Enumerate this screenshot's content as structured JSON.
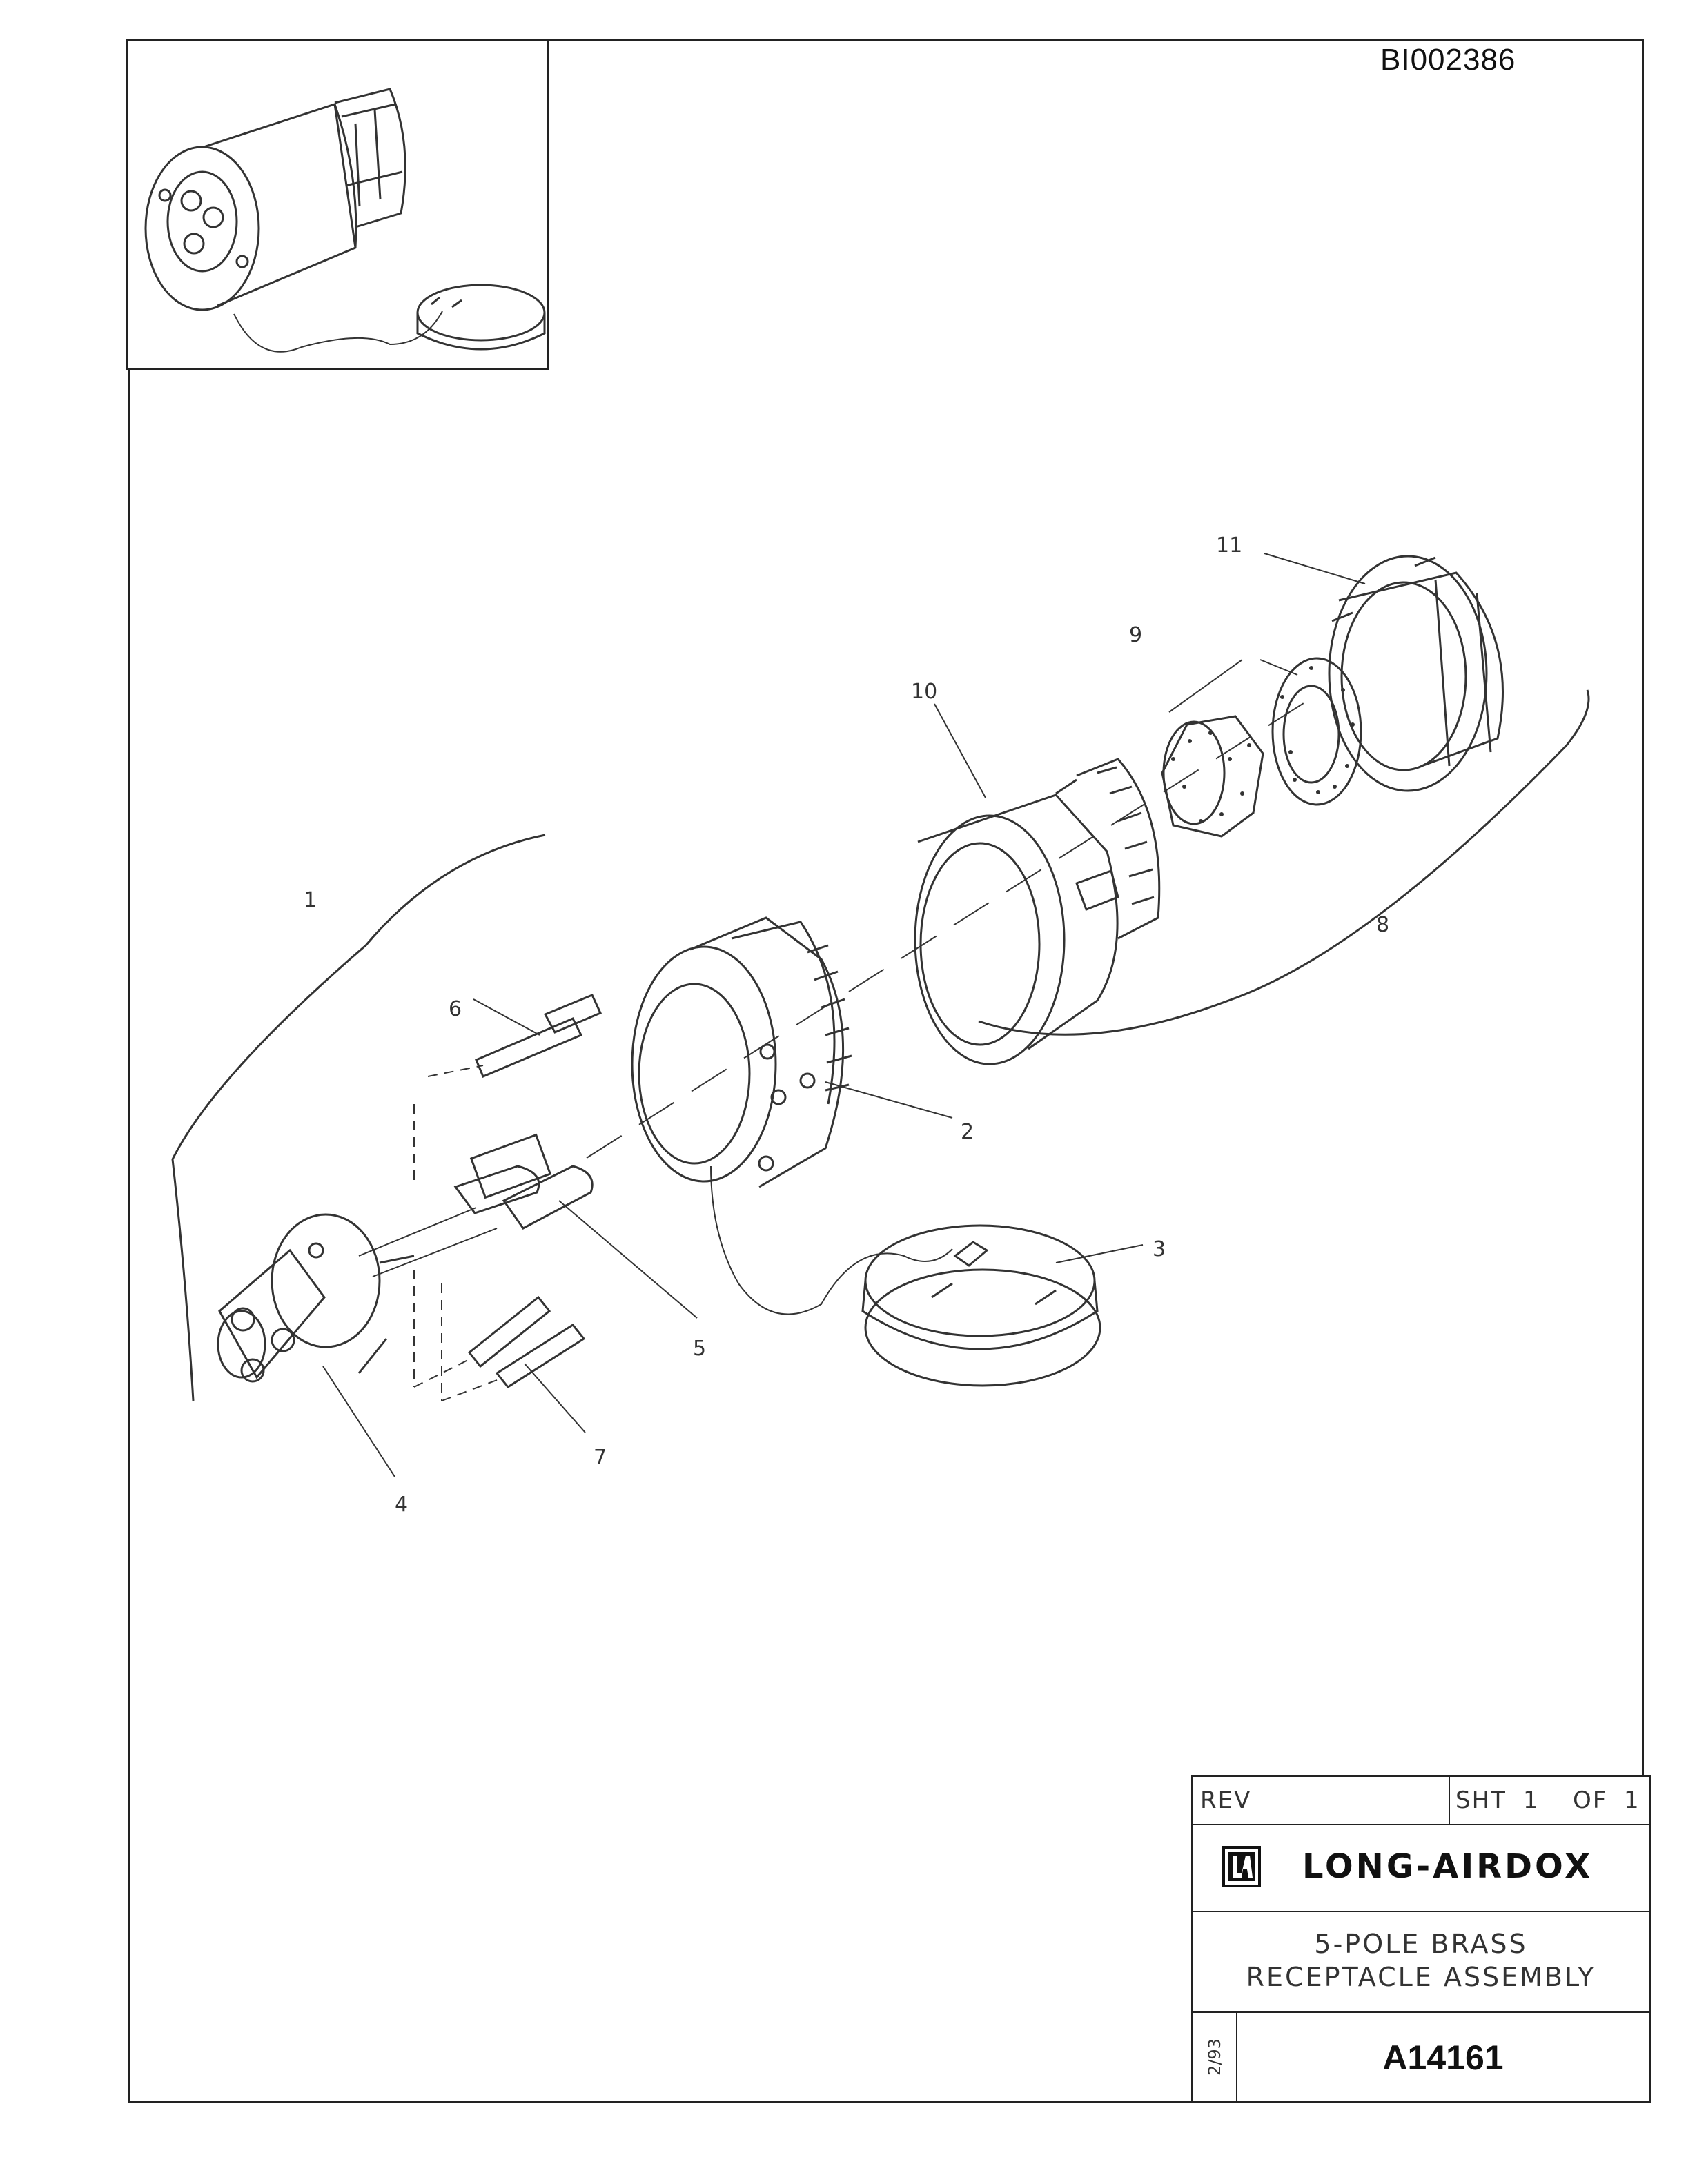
{
  "document": {
    "doc_id": "BI002386"
  },
  "diagram": {
    "callouts": [
      "1",
      "2",
      "3",
      "4",
      "5",
      "6",
      "7",
      "8",
      "9",
      "10",
      "11"
    ]
  },
  "title_block": {
    "rev_label": "REV",
    "sheet_label": "SHT",
    "sheet_number": "1",
    "of_label": "OF",
    "sheet_total": "1",
    "company": "LONG-AIRDOX",
    "title_line1": "5-POLE BRASS",
    "title_line2": "RECEPTACLE ASSEMBLY",
    "date": "2/93",
    "drawing_number": "A14161"
  }
}
